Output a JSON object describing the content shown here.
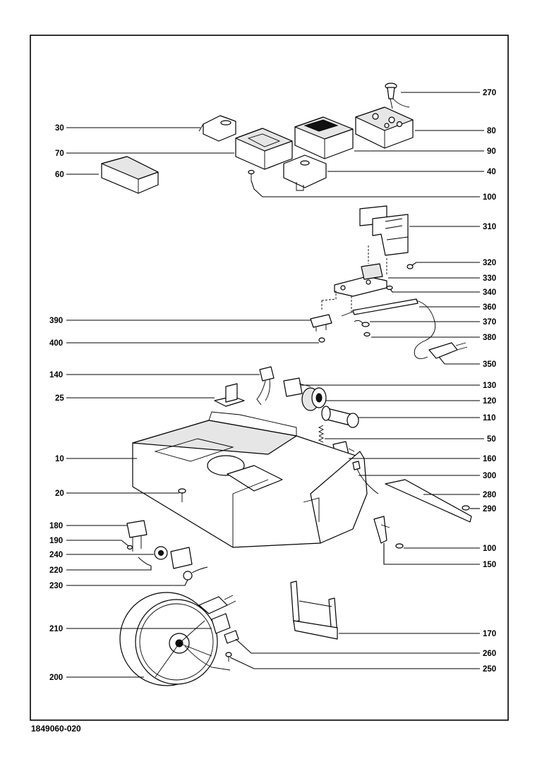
{
  "drawing_number": "1849060-020",
  "callouts": [
    {
      "id": "270",
      "label": "270",
      "side": "right"
    },
    {
      "id": "30",
      "label": "30",
      "side": "left"
    },
    {
      "id": "80",
      "label": "80",
      "side": "right"
    },
    {
      "id": "70",
      "label": "70",
      "side": "left"
    },
    {
      "id": "90",
      "label": "90",
      "side": "right"
    },
    {
      "id": "60",
      "label": "60",
      "side": "left"
    },
    {
      "id": "40",
      "label": "40",
      "side": "right"
    },
    {
      "id": "100a",
      "label": "100",
      "side": "right"
    },
    {
      "id": "310",
      "label": "310",
      "side": "right"
    },
    {
      "id": "320",
      "label": "320",
      "side": "right"
    },
    {
      "id": "330",
      "label": "330",
      "side": "right"
    },
    {
      "id": "340",
      "label": "340",
      "side": "right"
    },
    {
      "id": "360",
      "label": "360",
      "side": "right"
    },
    {
      "id": "390",
      "label": "390",
      "side": "left"
    },
    {
      "id": "370",
      "label": "370",
      "side": "right"
    },
    {
      "id": "380",
      "label": "380",
      "side": "right"
    },
    {
      "id": "400",
      "label": "400",
      "side": "left"
    },
    {
      "id": "350",
      "label": "350",
      "side": "right"
    },
    {
      "id": "140",
      "label": "140",
      "side": "left"
    },
    {
      "id": "130",
      "label": "130",
      "side": "right"
    },
    {
      "id": "25",
      "label": "25",
      "side": "left"
    },
    {
      "id": "120",
      "label": "120",
      "side": "right"
    },
    {
      "id": "110",
      "label": "110",
      "side": "right"
    },
    {
      "id": "50",
      "label": "50",
      "side": "right"
    },
    {
      "id": "10",
      "label": "10",
      "side": "left"
    },
    {
      "id": "160",
      "label": "160",
      "side": "right"
    },
    {
      "id": "300",
      "label": "300",
      "side": "right"
    },
    {
      "id": "20",
      "label": "20",
      "side": "left"
    },
    {
      "id": "280",
      "label": "280",
      "side": "right"
    },
    {
      "id": "290",
      "label": "290",
      "side": "right"
    },
    {
      "id": "180",
      "label": "180",
      "side": "left"
    },
    {
      "id": "190",
      "label": "190",
      "side": "left"
    },
    {
      "id": "100b",
      "label": "100",
      "side": "right"
    },
    {
      "id": "240",
      "label": "240",
      "side": "left"
    },
    {
      "id": "150",
      "label": "150",
      "side": "right"
    },
    {
      "id": "220",
      "label": "220",
      "side": "left"
    },
    {
      "id": "230",
      "label": "230",
      "side": "left"
    },
    {
      "id": "170",
      "label": "170",
      "side": "right"
    },
    {
      "id": "210",
      "label": "210",
      "side": "left"
    },
    {
      "id": "260",
      "label": "260",
      "side": "right"
    },
    {
      "id": "250",
      "label": "250",
      "side": "right"
    },
    {
      "id": "200",
      "label": "200",
      "side": "left"
    }
  ]
}
